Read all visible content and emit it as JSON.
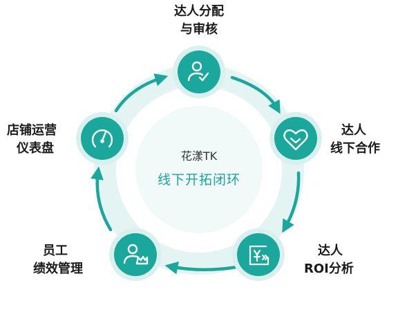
{
  "colors": {
    "accent": "#1ba89c",
    "accent_dark": "#0f8f84",
    "ring_outer": "#e3f4f3",
    "ring_inner": "#f1f9f9",
    "text": "#1a1a1a",
    "center_title": "#1aa59a"
  },
  "center": {
    "brand": "花漾TK",
    "title": "线下开拓闭环"
  },
  "nodes": [
    {
      "id": "top",
      "icon": "user-check-icon",
      "lines": [
        "达人分配",
        "与审核"
      ]
    },
    {
      "id": "right",
      "icon": "handshake-heart-icon",
      "lines": [
        "达人",
        "线下合作"
      ]
    },
    {
      "id": "bottom-right",
      "icon": "yen-report-icon",
      "lines": [
        "达人",
        "ROI分析"
      ]
    },
    {
      "id": "bottom-left",
      "icon": "user-crown-icon",
      "lines": [
        "员工",
        "绩效管理"
      ]
    },
    {
      "id": "left",
      "icon": "dashboard-gauge-icon",
      "lines": [
        "店铺运营",
        "仪表盘"
      ]
    }
  ]
}
